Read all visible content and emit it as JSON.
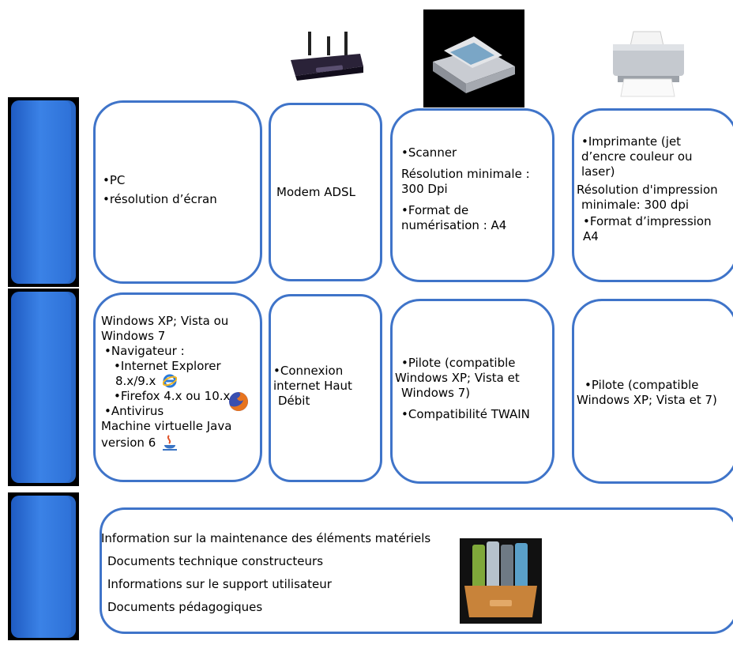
{
  "row1": {
    "pc": [
      "•PC",
      "•résolution d’écran"
    ],
    "modem": "Modem ADSL",
    "scanner": [
      "•Scanner",
      "Résolution minimale :",
      "300 Dpi",
      "•Format de",
      "numérisation : A4"
    ],
    "printer": [
      "•Imprimante (jet",
      "d’encre couleur ou",
      "laser)",
      "Résolution d'impression",
      "minimale: 300 dpi",
      "•Format d’impression",
      "A4"
    ]
  },
  "row2": {
    "os": [
      "Windows XP; Vista ou",
      "Windows 7",
      "•Navigateur :",
      "•Internet Explorer",
      "8.x/9.x",
      "•Firefox 4.x ou 10.x",
      "•Antivirus",
      "Machine virtuelle Java",
      "version 6"
    ],
    "connection": [
      "•Connexion",
      "internet Haut",
      "Débit"
    ],
    "scanner_driver": [
      "•Pilote (compatible",
      "Windows XP; Vista et",
      "Windows 7)",
      "•Compatibilité TWAIN"
    ],
    "printer_driver": [
      "•Pilote (compatible",
      "Windows XP; Vista et 7)"
    ]
  },
  "row3": {
    "items": [
      "Information sur la maintenance des éléments matériels",
      "Documents technique constructeurs",
      "Informations sur le support utilisateur",
      "Documents pédagogiques"
    ]
  },
  "colors": {
    "box_border": "#3f74c9",
    "side_fill": "#2c6fd6"
  }
}
